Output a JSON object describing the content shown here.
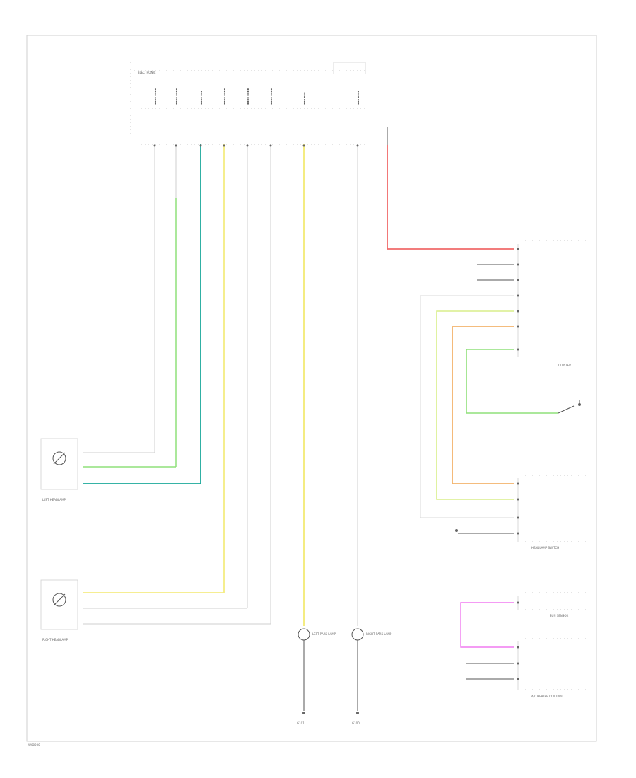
{
  "labels": {
    "module": "ELECTRONIC",
    "cluster": "CLUSTER",
    "headlamp_switch": "HEADLAMP SWITCH",
    "sun_sensor": "SUN SENSOR",
    "hvac": "A/C HEATER CONTROL",
    "left_headlamp": "LEFT HEADLAMP",
    "right_headlamp": "RIGHT HEADLAMP",
    "left_park_lamp": "LEFT PARK LAMP",
    "right_park_lamp": "RIGHT PARK LAMP",
    "ground_left": "G101",
    "ground_right": "G100",
    "footer_code": "W00000"
  },
  "colors": {
    "red": "#f06a6a",
    "teal": "#1aa89a",
    "green": "#8fe07a",
    "yellow": "#f4ec82",
    "orange": "#f3b36b",
    "lime": "#d9ee8a",
    "magenta": "#f07af0",
    "grey": "#c8c8c8",
    "dark": "#555555"
  }
}
